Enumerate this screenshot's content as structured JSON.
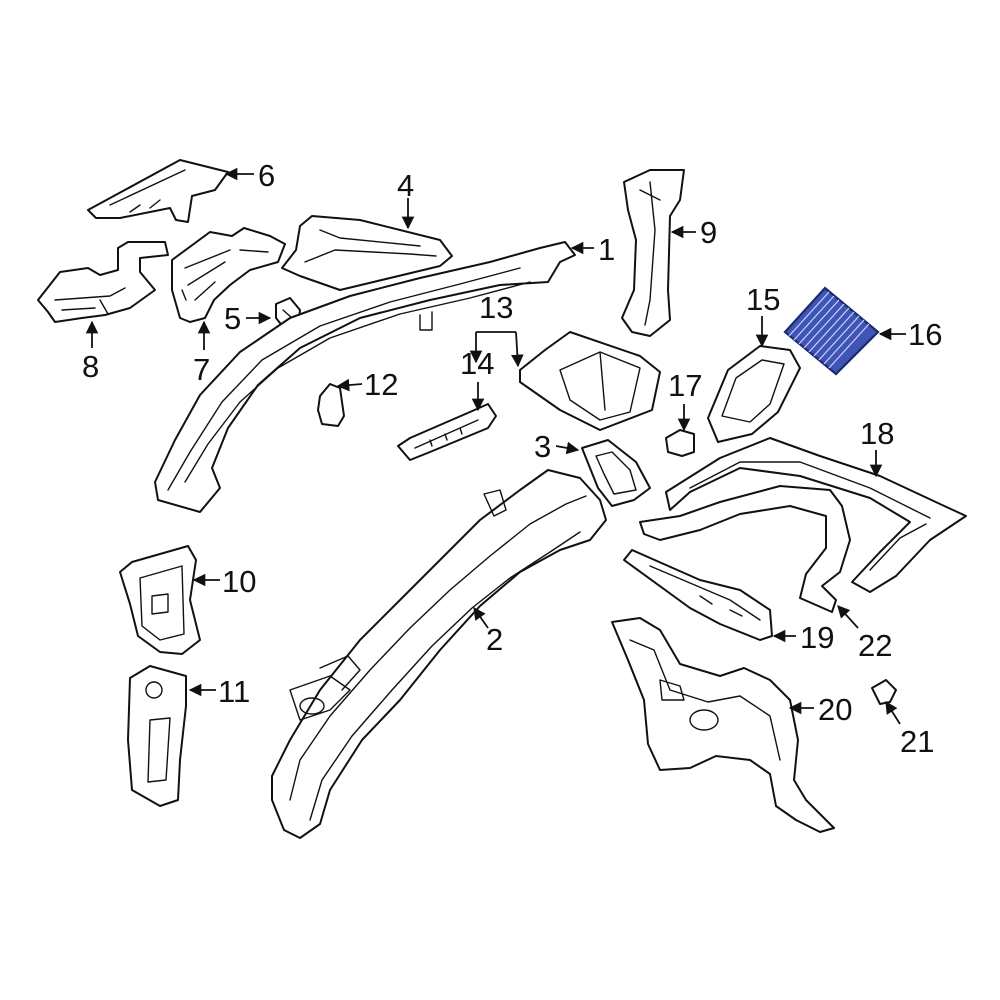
{
  "callouts": [
    "1",
    "2",
    "3",
    "4",
    "5",
    "6",
    "7",
    "8",
    "9",
    "10",
    "11",
    "12",
    "13",
    "14",
    "15",
    "16",
    "17",
    "18",
    "19",
    "20",
    "21",
    "22"
  ],
  "colors": {
    "highlight": "#3f55b5",
    "line": "#111111",
    "background": "#ffffff"
  }
}
